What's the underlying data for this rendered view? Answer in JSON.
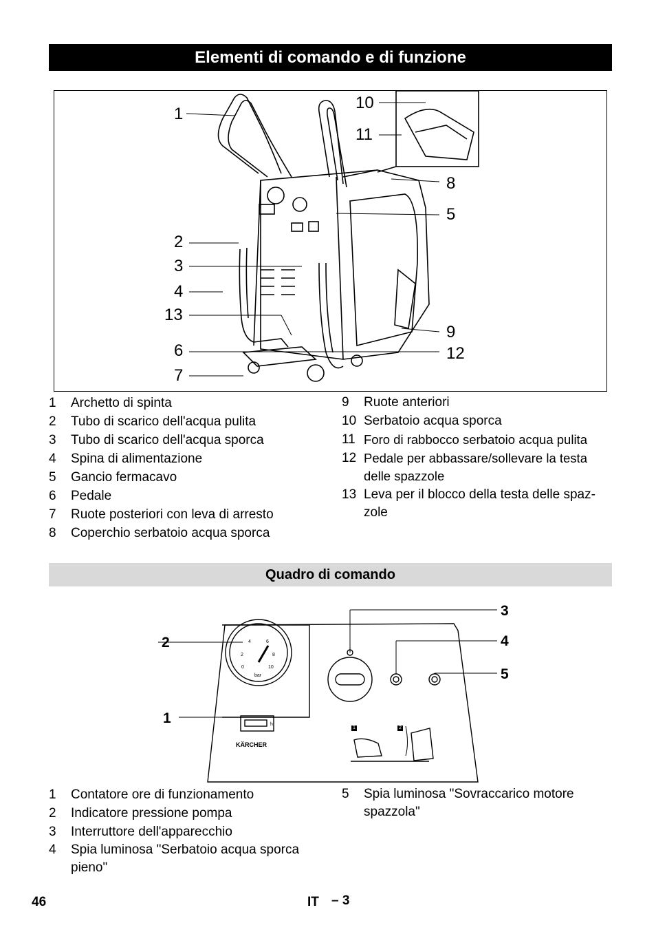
{
  "section_title": "Elementi di comando e di funzione",
  "figure1": {
    "callouts": [
      "1",
      "2",
      "3",
      "4",
      "13",
      "6",
      "7",
      "10",
      "11",
      "8",
      "5",
      "9",
      "12"
    ]
  },
  "list1_left": [
    {
      "n": "1",
      "t": "Archetto di spinta"
    },
    {
      "n": "2",
      "t": "Tubo di scarico dell'acqua pulita"
    },
    {
      "n": "3",
      "t": "Tubo di scarico dell'acqua sporca"
    },
    {
      "n": "4",
      "t": "Spina di alimentazione"
    },
    {
      "n": "5",
      "t": "Gancio fermacavo"
    },
    {
      "n": "6",
      "t": "Pedale"
    },
    {
      "n": "7",
      "t": "Ruote posteriori con leva di arresto"
    },
    {
      "n": "8",
      "t": "Coperchio serbatoio acqua sporca"
    }
  ],
  "list1_right": [
    {
      "n": "9",
      "t": "Ruote anteriori"
    },
    {
      "n": "10",
      "t": "Serbatoio acqua sporca"
    },
    {
      "n": "11",
      "t": "Foro di rabbocco serbatoio acqua pulita"
    },
    {
      "n": "12",
      "t": "Pedale per abbassare/sollevare la testa delle spazzole"
    },
    {
      "n": "13",
      "t": "Leva per il blocco della testa delle spaz-zole"
    }
  ],
  "subsection_title": "Quadro di comando",
  "figure2": {
    "callouts": [
      "3",
      "2",
      "4",
      "5",
      "1"
    ],
    "gauge_ticks": [
      "0",
      "2",
      "4",
      "6",
      "8",
      "10"
    ],
    "gauge_unit": "bar",
    "hour_unit": "h",
    "brand": "KÄRCHER",
    "step_badges": [
      "1",
      "2"
    ]
  },
  "list2_left": [
    {
      "n": "1",
      "t": "Contatore ore di funzionamento"
    },
    {
      "n": "2",
      "t": "Indicatore pressione pompa"
    },
    {
      "n": "3",
      "t": "Interruttore dell'apparecchio"
    },
    {
      "n": "4",
      "t": "Spia luminosa \"Serbatoio acqua sporca pieno\""
    }
  ],
  "list2_right": [
    {
      "n": "5",
      "t": "Spia luminosa \"Sovraccarico motore spazzola\""
    }
  ],
  "footer": {
    "page": "46",
    "lang": "IT",
    "sub": "– 3"
  }
}
